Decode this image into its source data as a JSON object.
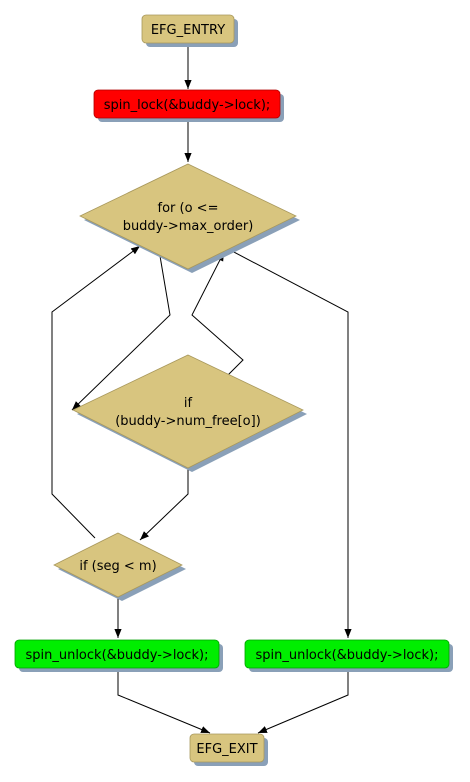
{
  "nodes": {
    "entry": {
      "label": "EFG_ENTRY"
    },
    "lock": {
      "label": "spin_lock(&buddy->lock);"
    },
    "for_loop": {
      "label_line1": "for (o <=",
      "label_line2": "buddy->max_order)"
    },
    "if_free": {
      "label_line1": "if",
      "label_line2": "(buddy->num_free[o])"
    },
    "if_seg": {
      "label": "if (seg < m)"
    },
    "unlock_left": {
      "label": "spin_unlock(&buddy->lock);"
    },
    "unlock_right": {
      "label": "spin_unlock(&buddy->lock);"
    },
    "exit": {
      "label": "EFG_EXIT"
    }
  },
  "colors": {
    "node_fill": "#d8c57f",
    "lock_fill": "#ff0000",
    "unlock_fill": "#00ee00",
    "shadow": "#8aa0b8",
    "edge": "#000000"
  }
}
